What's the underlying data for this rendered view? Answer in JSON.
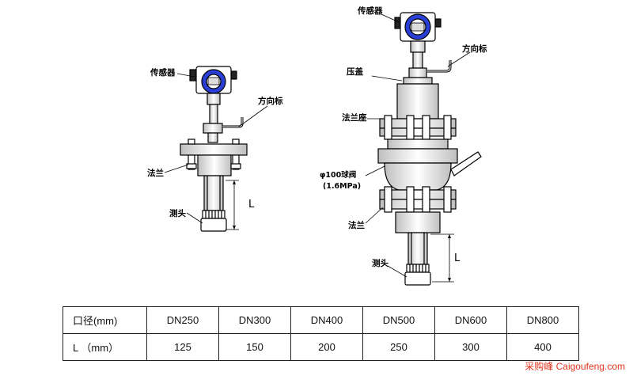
{
  "left_diagram": {
    "sensor_label": "传感器",
    "direction_label": "方向标",
    "flange_label": "法兰",
    "probe_label": "测头",
    "dim_label": "L"
  },
  "right_diagram": {
    "sensor_label": "传感器",
    "direction_label": "方向标",
    "gland_label": "压盖",
    "flange_seat_label": "法兰座",
    "valve_label": "φ100球阀",
    "valve_pressure_label": "(1.6MPa)",
    "flange_label": "法兰",
    "probe_label": "测头",
    "dim_label": "L"
  },
  "table": {
    "header_label": "口径(mm)",
    "row_label": "L （mm）",
    "diameters": [
      "DN250",
      "DN300",
      "DN400",
      "DN500",
      "DN600",
      "DN800"
    ],
    "lengths": [
      "125",
      "150",
      "200",
      "250",
      "300",
      "400"
    ]
  },
  "watermark": "采购峰 Caigoufeng.com",
  "colors": {
    "display_ring": "#2a3fd6",
    "line": "#000000",
    "watermark": "#e2341d"
  }
}
